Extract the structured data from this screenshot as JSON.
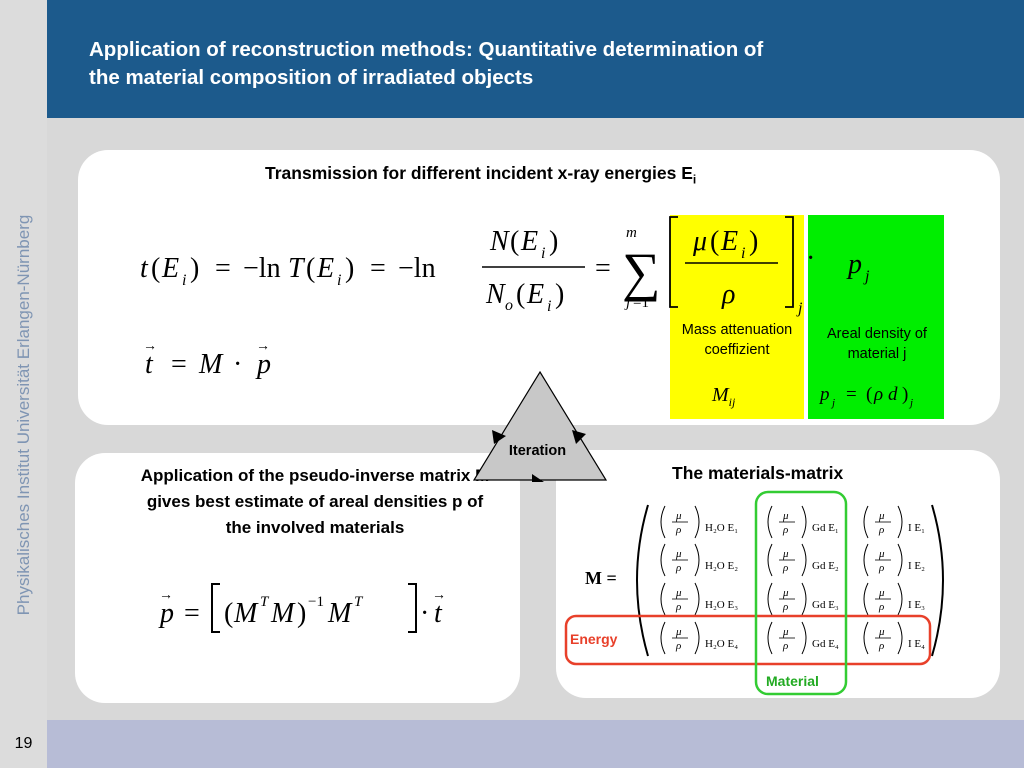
{
  "header": {
    "title_line1": "Application of reconstruction methods: Quantitative determination of",
    "title_line2": "the material composition of irradiated objects"
  },
  "sidebar": {
    "text": "Physikalisches Institut     Universität Erlangen-Nürnberg"
  },
  "footer": {
    "page_number": "19"
  },
  "panel_top": {
    "heading": "Transmission for different incident x-ray energies E",
    "heading_sub": "i",
    "mass_attenuation_label": "Mass attenuation coeffizient",
    "mass_attenuation_symbol": "M",
    "mass_attenuation_symbol_sub": "ij",
    "areal_density_label": "Areal density of material  j"
  },
  "iteration": {
    "label": "Iteration"
  },
  "panel_left": {
    "description": "Application of the pseudo-inverse matrix M gives best estimate of areal densities p of the involved materials"
  },
  "panel_right": {
    "heading": "The materials-matrix",
    "energy_label": "Energy",
    "material_label": "Material",
    "matrix_label": "M =",
    "materials": [
      "H₂O",
      "Gd",
      "I"
    ],
    "energies": [
      "E₁",
      "E₂",
      "E₃",
      "E₄"
    ]
  },
  "colors": {
    "header": "#1c5a8c",
    "yellow": "#ffff00",
    "green": "#00ee00",
    "energy_outline": "#e8402a",
    "material_outline": "#33cc33"
  }
}
